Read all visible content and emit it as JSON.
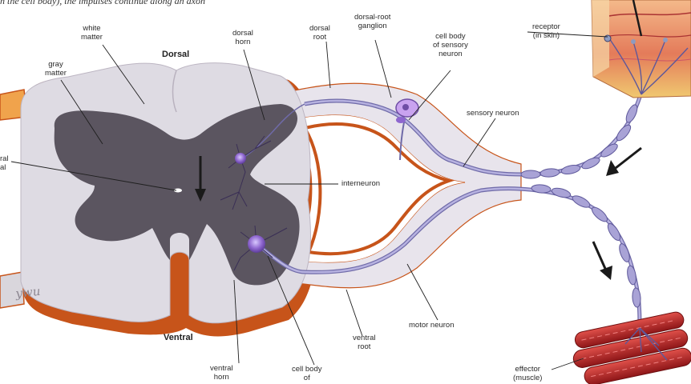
{
  "caption": "n the cell body), the impulses continue along an axon",
  "labels": {
    "white_matter": "white\nmatter",
    "gray_matter": "gray\nmatter",
    "dorsal": "Dorsal",
    "dorsal_horn": "dorsal\nhorn",
    "dorsal_root": "dorsal\nroot",
    "dorsal_root_ganglion": "dorsal-root\nganglion",
    "cell_body_sensory": "cell body\nof sensory\nneuron",
    "receptor": "receptor\n(in skin)",
    "sensory_neuron": "sensory neuron",
    "central_canal": "ral\nal",
    "interneuron": "interneuron",
    "ventral": "Ventral",
    "ventral_horn": "ventral\nhorn",
    "cell_body_motor": "cell body\nof",
    "ventral_root": "ventral\nroot",
    "motor_neuron": "motor neuron",
    "effector": "effector\n(muscle)",
    "signature": "ywu"
  },
  "colors": {
    "white_matter": "#dedbe3",
    "gray_matter": "#5b5560",
    "outline": "#c7541a",
    "nerve_fill": "#e8e4ec",
    "neuron": "#8a83c7",
    "cell_body": "#9b6fd1",
    "skin": "#e89a6a",
    "muscle": "#b8282a"
  }
}
